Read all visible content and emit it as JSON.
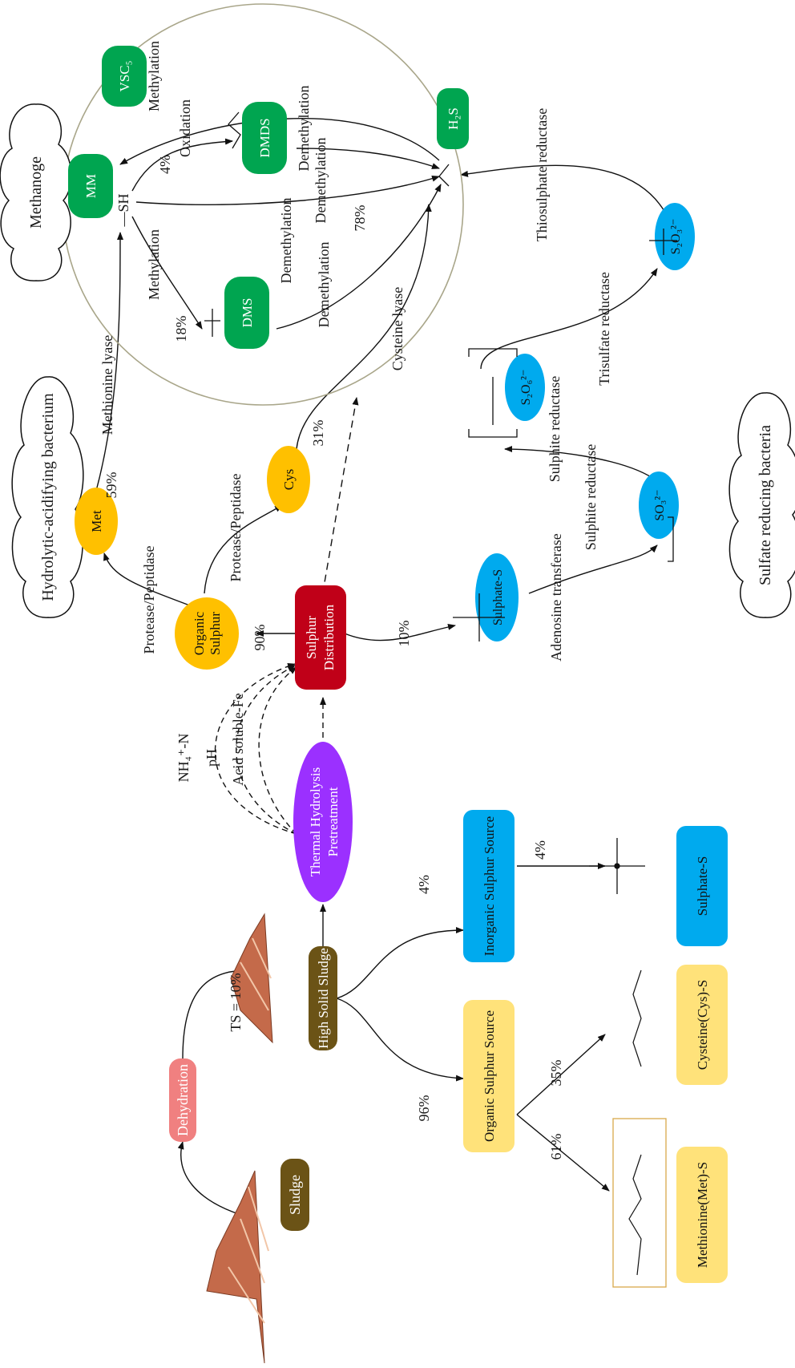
{
  "nodes": {
    "sludge": "Sludge",
    "dehydration": "Dehydration",
    "high_solid_sludge": "High Solid Sludge",
    "thp_line1": "Thermal Hydrolysis",
    "thp_line2": "Pretreatment",
    "sulphur_dist_line1": "Sulphur",
    "sulphur_dist_line2": "Distribution",
    "organic_sulphur_line1": "Organic",
    "organic_sulphur_line2": "Sulphur",
    "organic_source": "Organic Sulphur Source",
    "inorganic_source": "Inorganic Sulphur Source",
    "met_s": "Methionine(Met)-S",
    "cys_s": "Cysteine(Cys)-S",
    "sulphate_s_bottom": "Sulphate-S",
    "met": "Met",
    "cys": "Cys",
    "sulphate_s": "Sulphate-S",
    "so3": "SO₃²⁻",
    "s2o6": "S₂O₆²⁻",
    "s2o3": "S₂O₃²⁻",
    "mm": "MM",
    "vsc5": "VSC₅",
    "dmds": "DMDS",
    "dms": "DMS",
    "h2s": "H₂S"
  },
  "clouds": {
    "methanoge": "Methanoge",
    "hydrolytic": "Hydrolytic-acidifying bacterium",
    "sulfate_reducing": "Sulfate reducing bacteria"
  },
  "labels": {
    "ts": "TS = 10%",
    "pct_96": "96%",
    "pct_4_inorg": "4%",
    "pct_4_sulphate": "4%",
    "pct_61": "61%",
    "pct_35": "35%",
    "nh4": "NH₄⁺-N",
    "ph": "pH",
    "acid_fe": "Acid soluble-Fe",
    "pct_90": "90%",
    "pct_10": "10%",
    "protease1": "Protease/Peptidase",
    "protease2": "Protease/Peptidase",
    "pct_59": "59%",
    "pct_31": "31%",
    "methionine_lyase": "Methionine lyase",
    "cysteine_lyase": "Cysteine lyase",
    "adenosine_transferase": "Adenosine transferase",
    "sulphite_reductase_1": "Sulphite reductase",
    "sulphite_reductase_2": "Sulphite reductase",
    "trisulfate_reductase": "Trisulfate reductase",
    "thiosulphate_reductase": "Thiosulphate reductase",
    "methylation_top": "Methylation",
    "methylation_bottom": "Methylation",
    "oxidation": "Oxidation",
    "demethylation_1": "Demethylation",
    "demethylation_2": "Demethylation",
    "demethylation_3": "Demethylation",
    "demethylation_4": "Demethylation",
    "pct_4_ox": "4%",
    "pct_18": "18%",
    "pct_78": "78%",
    "sh_group": "—SH"
  },
  "colors": {
    "sludge_brown": "#6b5316",
    "dehydration": "#f08080",
    "thp_purple": "#9b30ff",
    "distribution_red": "#c00018",
    "organic_orange": "#ffc000",
    "source_yellow": "#ffe27a",
    "blue": "#00aaee",
    "green": "#00a550",
    "circle": "#a9a68a"
  }
}
